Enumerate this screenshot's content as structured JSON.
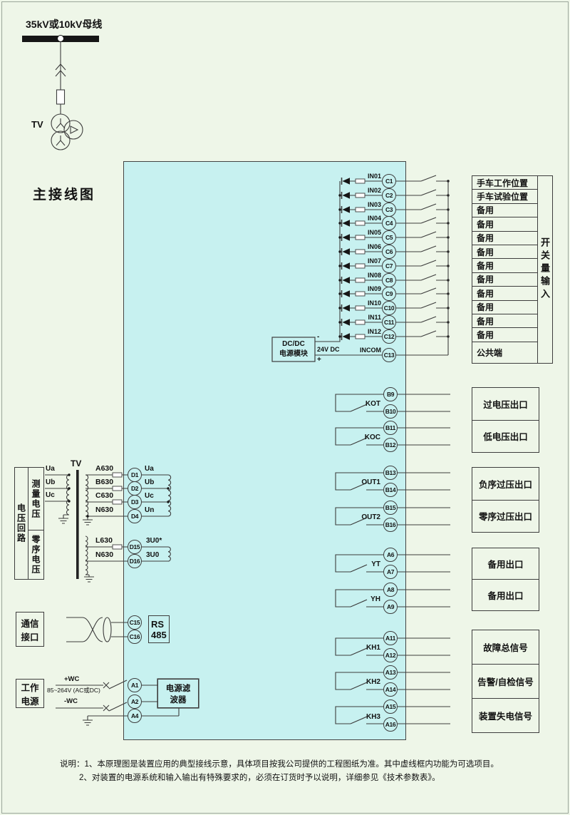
{
  "page": {
    "title": "主接线图",
    "colors": {
      "background": "#eef6e8",
      "device_fill": "#c7f1f0",
      "line": "#3d3d3d",
      "busbar": "#161616"
    },
    "notes": {
      "line1": "说明：1、本原理图是装置应用的典型接线示意，具体项目按我公司提供的工程图纸为准。其中虚线框内功能为可选项目。",
      "line2": "2、对装置的电源系统和输入输出有特殊要求的，必须在订货时予以说明，详细参见《技术参数表》。"
    }
  },
  "incomer": {
    "busbar_label": "35kV或10kV母线",
    "pt_label": "TV"
  },
  "digital_inputs": {
    "group_label": "开关量输入",
    "rows": [
      {
        "signal": "IN01",
        "terminal": "C1",
        "desc": "手车工作位置"
      },
      {
        "signal": "IN02",
        "terminal": "C2",
        "desc": "手车试验位置"
      },
      {
        "signal": "IN03",
        "terminal": "C3",
        "desc": "备用"
      },
      {
        "signal": "IN04",
        "terminal": "C4",
        "desc": "备用"
      },
      {
        "signal": "IN05",
        "terminal": "C5",
        "desc": "备用"
      },
      {
        "signal": "IN06",
        "terminal": "C6",
        "desc": "备用"
      },
      {
        "signal": "IN07",
        "terminal": "C7",
        "desc": "备用"
      },
      {
        "signal": "IN08",
        "terminal": "C8",
        "desc": "备用"
      },
      {
        "signal": "IN09",
        "terminal": "C9",
        "desc": "备用"
      },
      {
        "signal": "IN10",
        "terminal": "C10",
        "desc": "备用"
      },
      {
        "signal": "IN11",
        "terminal": "C11",
        "desc": "备用"
      },
      {
        "signal": "IN12",
        "terminal": "C12",
        "desc": "备用"
      }
    ],
    "common": {
      "signal": "INCOM",
      "terminal": "C13",
      "desc": "公共端"
    }
  },
  "dc_module": {
    "line1": "DC/DC",
    "line2": "电源模块",
    "output": "24V DC",
    "minus": "-",
    "plus": "+"
  },
  "relay_outputs": [
    {
      "top": "B9",
      "bottom": "B10",
      "contact": "KOT",
      "desc": "过电压出口"
    },
    {
      "top": "B11",
      "bottom": "B12",
      "contact": "KOC",
      "desc": "低电压出口"
    },
    {
      "top": "B13",
      "bottom": "B14",
      "contact": "OUT1",
      "desc": "负序过压出口"
    },
    {
      "top": "B15",
      "bottom": "B16",
      "contact": "OUT2",
      "desc": "零序过压出口"
    },
    {
      "top": "A6",
      "bottom": "A7",
      "contact": "YT",
      "desc": "备用出口"
    },
    {
      "top": "A8",
      "bottom": "A9",
      "contact": "YH",
      "desc": "备用出口"
    },
    {
      "top": "A11",
      "bottom": "A12",
      "contact": "KH1",
      "desc": "故障总信号"
    },
    {
      "top": "A13",
      "bottom": "A14",
      "contact": "KH2",
      "desc": "告警/自检信号"
    },
    {
      "top": "A15",
      "bottom": "A16",
      "contact": "KH3",
      "desc": "装置失电信号"
    }
  ],
  "voltage_circuit": {
    "group_label": "电压回路",
    "measure_label": "测量电压",
    "zero_label": "零序电压",
    "pt_label": "TV",
    "phases": [
      {
        "name": "Ua"
      },
      {
        "name": "Ub"
      },
      {
        "name": "Uc"
      }
    ],
    "measure_rows": [
      {
        "wire": "A630",
        "terminal": "D1",
        "signal": "Ua"
      },
      {
        "wire": "B630",
        "terminal": "D2",
        "signal": "Ub"
      },
      {
        "wire": "C630",
        "terminal": "D3",
        "signal": "Uc"
      },
      {
        "wire": "N630",
        "terminal": "D4",
        "signal": "Un"
      }
    ],
    "zero_rows": [
      {
        "wire": "L630",
        "terminal": "D15",
        "signal": "3U0*"
      },
      {
        "wire": "N630",
        "terminal": "D16",
        "signal": "3U0"
      }
    ]
  },
  "comm": {
    "group_line1": "通信",
    "group_line2": "接口",
    "terminals": [
      {
        "t": "C15"
      },
      {
        "t": "C16"
      }
    ],
    "module_line1": "RS",
    "module_line2": "485"
  },
  "power": {
    "group_line1": "工作",
    "group_line2": "电源",
    "plus": "+WC",
    "minus": "-WC",
    "range": "85~264V (AC或DC)",
    "terminals": [
      {
        "t": "A1"
      },
      {
        "t": "A2"
      },
      {
        "t": "A4"
      }
    ],
    "filter_line1": "电源滤",
    "filter_line2": "波器"
  }
}
